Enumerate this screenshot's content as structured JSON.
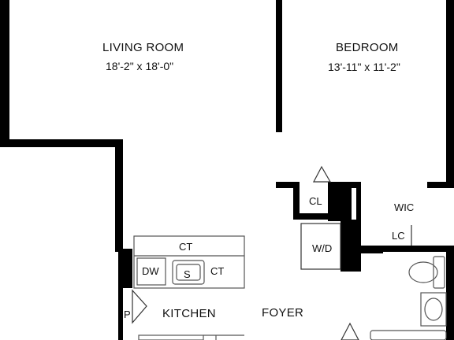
{
  "floorplan": {
    "rooms": [
      {
        "name": "LIVING ROOM",
        "dimensions": "18'-2\" x 18'-0\""
      },
      {
        "name": "BEDROOM",
        "dimensions": "13'-11\" x 11'-2\""
      },
      {
        "name": "KITCHEN"
      },
      {
        "name": "FOYER"
      }
    ],
    "fixtures": {
      "closet": "CL",
      "walk_in_closet": "WIC",
      "linen_closet": "LC",
      "washer_dryer": "W/D",
      "pantry": "P",
      "dishwasher": "DW",
      "sink": "S",
      "countertop_upper": "CT",
      "countertop_right": "CT"
    },
    "colors": {
      "wall": "#000000",
      "fixture_line": "#555555",
      "background": "#ffffff"
    }
  }
}
